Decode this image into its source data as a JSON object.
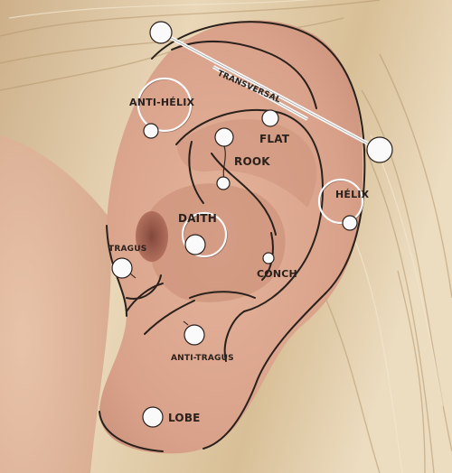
{
  "diagram": {
    "labels": {
      "anti_helix": "ANTI-HÉLIX",
      "transversal": "TRANSVERSAL",
      "flat": "FLAT",
      "rook": "ROOK",
      "daith": "DAITH",
      "helix": "HÉLIX",
      "tragus": "TRAGUS",
      "conch": "CONCH",
      "anti_tragus": "ANTI-TRAGUS",
      "lobe": "LOBE"
    }
  },
  "colors": {
    "hair_light": "#e8d6b6",
    "hair_dark": "#b89a70",
    "skin": "#dca78f",
    "skin_shadow": "#b97a63",
    "outline": "#2b211c",
    "jewelry": "#fafafa"
  }
}
